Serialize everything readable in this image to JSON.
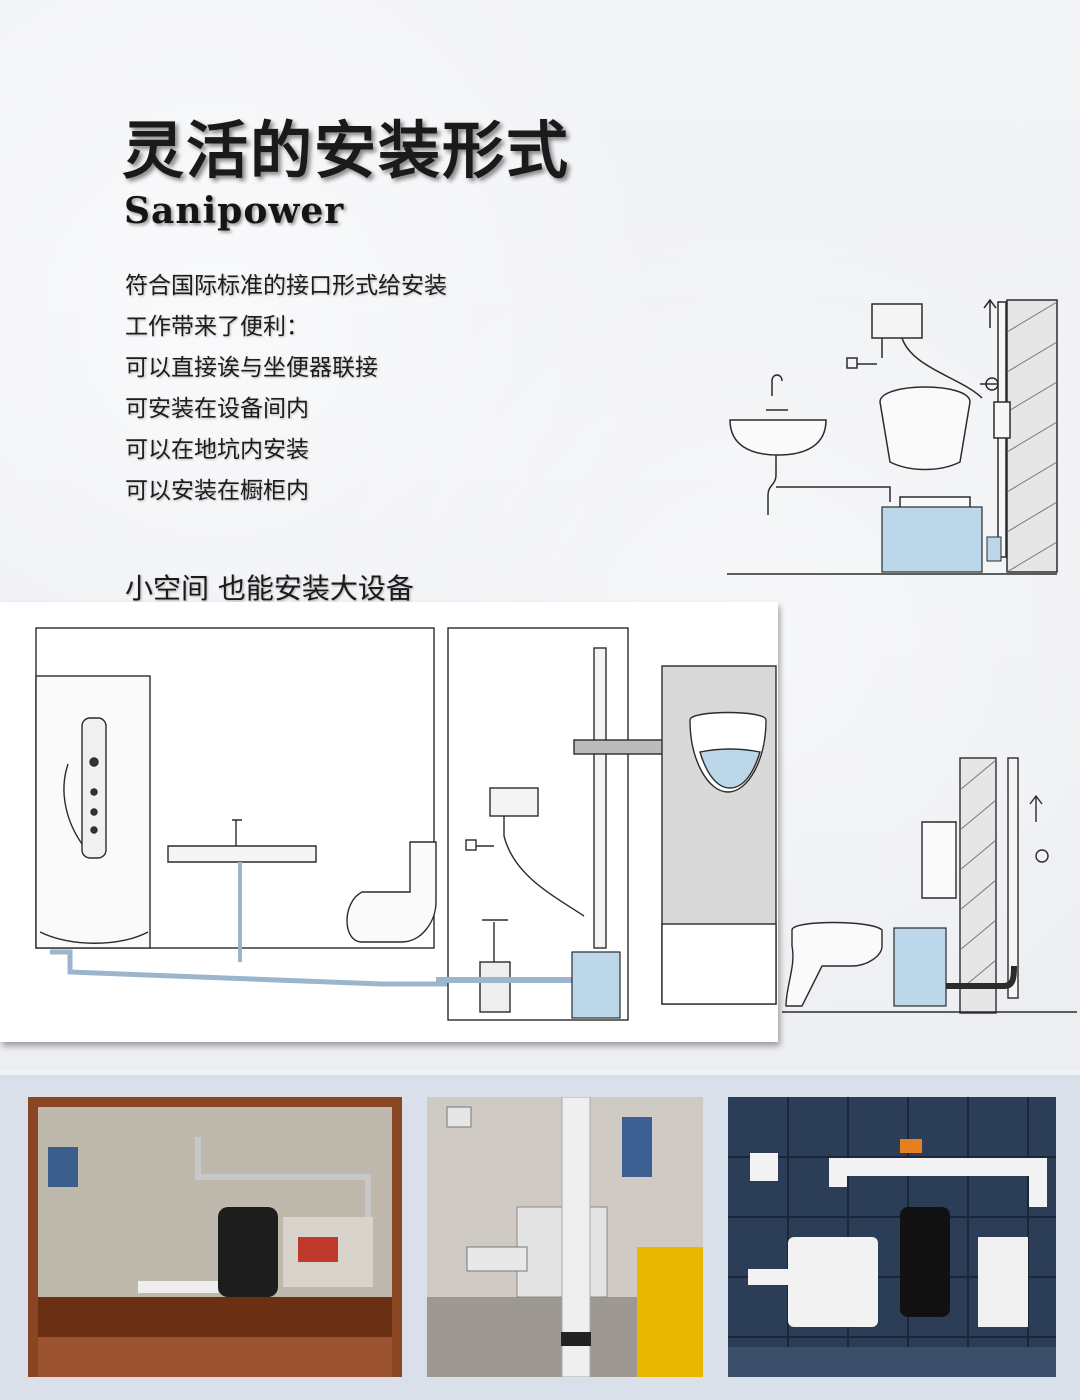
{
  "header": {
    "title": "灵活的安装形式",
    "brand": "Sanipower"
  },
  "features": [
    "符合国际标准的接口形式给安装",
    "工作带来了便利：",
    "可以直接诶与坐便器联接",
    "可安装在设备间内",
    "可以在地坑内安装",
    "可以安装在橱柜内"
  ],
  "subheading": "小空间  也能安装大设备",
  "colors": {
    "pump_blue": "#bcd7ea",
    "line": "#2b2b2b",
    "cabinet_wood": "#7a3b1c",
    "tile_dark": "#2c3e57"
  },
  "photos": [
    {
      "name": "cabinet-installation-photo"
    },
    {
      "name": "utility-room-installation-photo"
    },
    {
      "name": "tiled-wall-installation-photo"
    }
  ]
}
